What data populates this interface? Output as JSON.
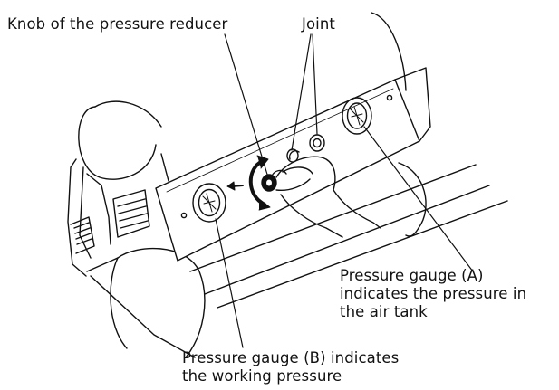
{
  "labels": {
    "knob": "Knob of the pressure reducer",
    "joint": "Joint",
    "gauge_a": [
      "Pressure gauge (A)",
      "indicates the pressure in",
      "the air tank"
    ],
    "gauge_b": [
      "Pressure gauge (B) indicates",
      "the working pressure"
    ]
  },
  "colors": {
    "ink": "#111111",
    "background": "#ffffff",
    "panel_fill": "#ffffff"
  },
  "icons": {
    "rotation_arrow": "curved-arrow-icon",
    "direction_arrow": "arrow-left-icon"
  }
}
